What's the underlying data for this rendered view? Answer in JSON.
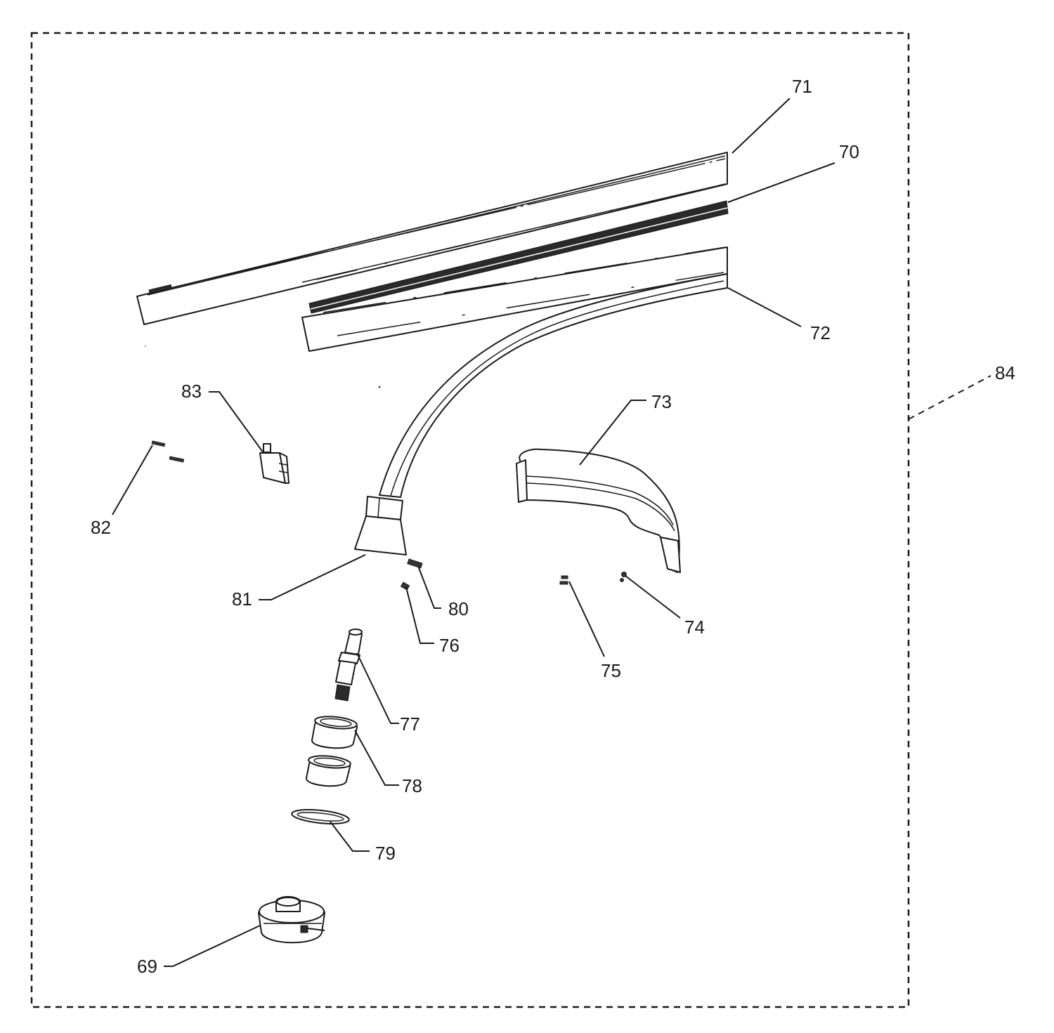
{
  "callouts": {
    "c69": "69",
    "c70": "70",
    "c71": "71",
    "c72": "72",
    "c73": "73",
    "c74": "74",
    "c75": "75",
    "c76": "76",
    "c77": "77",
    "c78": "78",
    "c79": "79",
    "c80": "80",
    "c81": "81",
    "c82": "82",
    "c83": "83",
    "c84": "84"
  }
}
